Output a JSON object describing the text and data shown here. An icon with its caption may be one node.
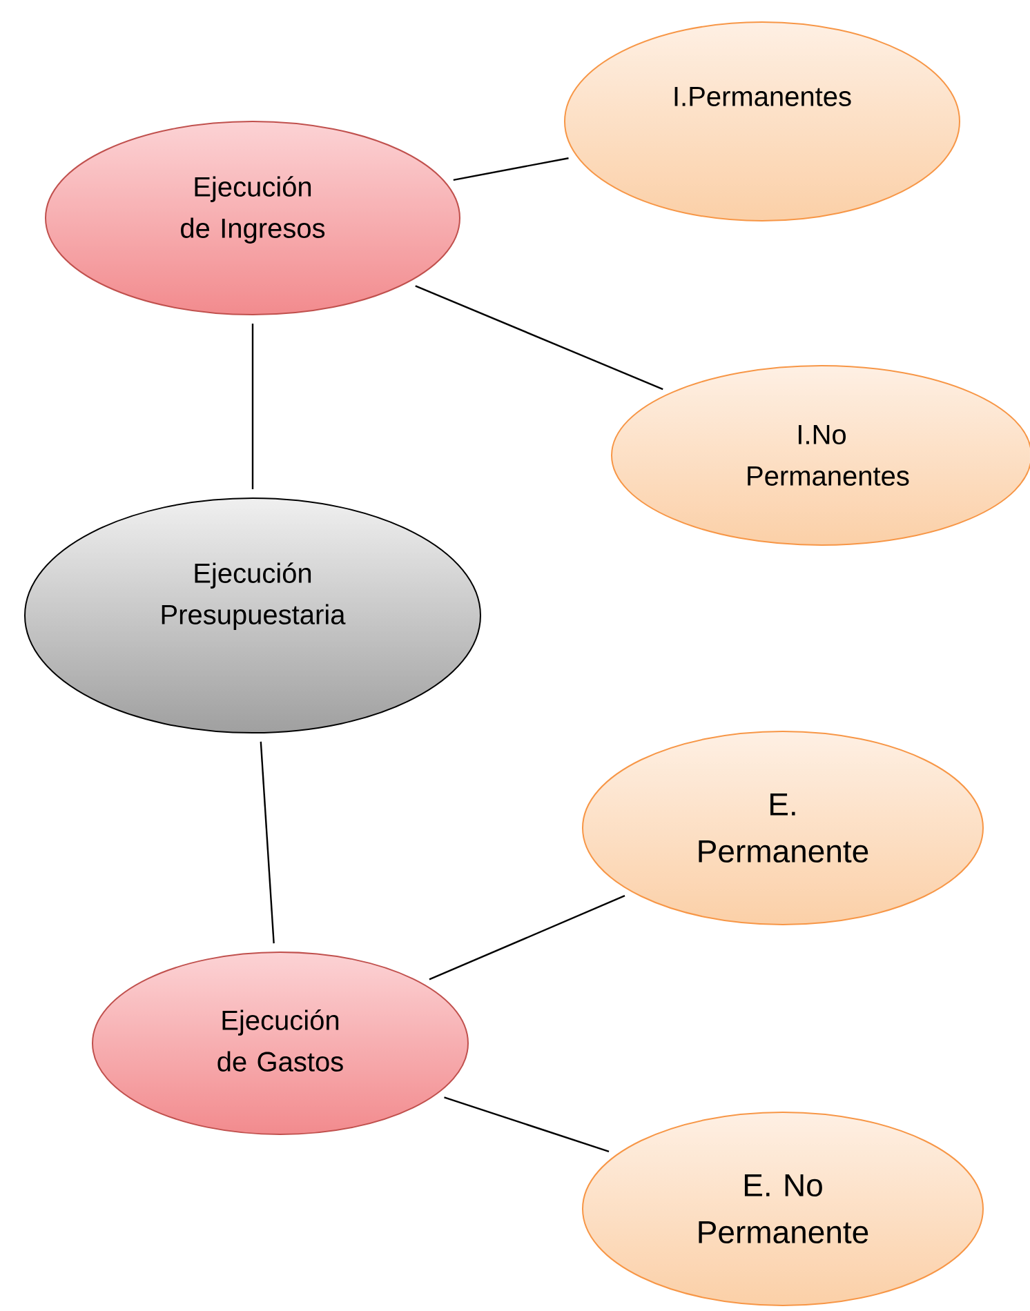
{
  "diagram": {
    "nodes": [
      {
        "text": [
          "Ejecución de Ingresos"
        ]
      },
      {
        "text": [
          "I.Permanentes"
        ]
      },
      {
        "text": [
          "I.No Permanentes"
        ]
      },
      {
        "text": [
          "Ejecución Presupuestaria"
        ]
      },
      {
        "text": [
          "E. Permanente"
        ]
      },
      {
        "text": [
          "Ejecución de Gastos"
        ]
      },
      {
        "text": [
          "E. No Permanente"
        ]
      }
    ],
    "edges": [
      {
        "from": 0,
        "to": 1,
        "arrow": "none"
      },
      {
        "from": 0,
        "to": 2,
        "arrow": "none"
      },
      {
        "from": 0,
        "to": 3,
        "arrow": "none"
      },
      {
        "from": 3,
        "to": 5,
        "arrow": "none"
      },
      {
        "from": 5,
        "to": 4,
        "arrow": "none"
      },
      {
        "from": 5,
        "to": 6,
        "arrow": "none"
      }
    ]
  }
}
